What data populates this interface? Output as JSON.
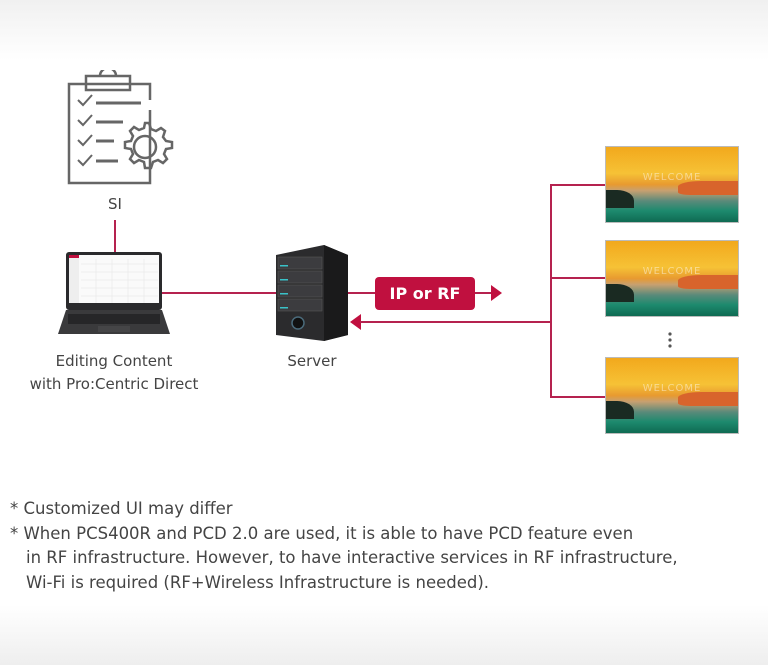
{
  "nodes": {
    "si": {
      "label": "SI",
      "icon": "clipboard-gear-icon"
    },
    "laptop": {
      "label_line1": "Editing Content",
      "label_line2": "with Pro:Centric Direct",
      "icon": "laptop-icon"
    },
    "server": {
      "label": "Server",
      "icon": "server-icon"
    },
    "link": {
      "label": "IP or RF"
    },
    "displays": {
      "count_shown": 3,
      "screen_text": "WELCOME"
    }
  },
  "colors": {
    "accent": "#c0103f",
    "line": "#b5224f",
    "text": "#444444"
  },
  "notes": [
    "* Customized UI may differ",
    "* When PCS400R and PCD 2.0 are used, it is able to have PCD feature even",
    "in RF infrastructure. However, to have interactive services in RF infrastructure,",
    "Wi-Fi is required (RF+Wireless Infrastructure is needed)."
  ]
}
